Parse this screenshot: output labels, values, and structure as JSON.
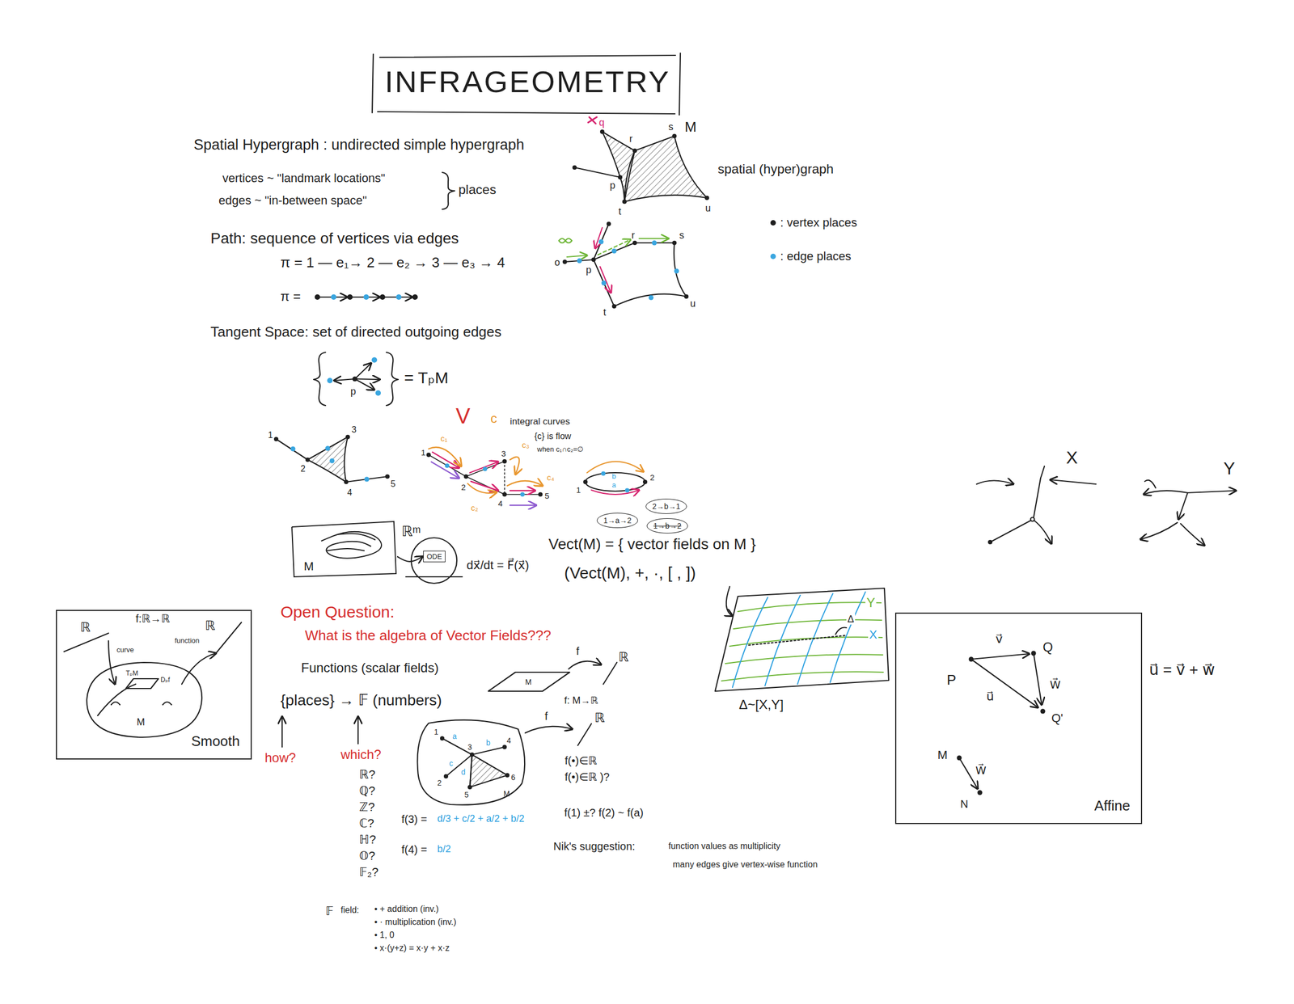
{
  "diagram": {
    "title": "INFRAGEOMETRY",
    "nodes": [
      {
        "text": [
          "1→a→2"
        ]
      },
      {
        "text": [
          "2→b→1"
        ]
      },
      {
        "text": [
          "1→b→2"
        ]
      },
      {
        "text": [
          "M"
        ]
      },
      {
        "text": [
          "ODE"
        ]
      },
      {
        "text": [
          "Smooth"
        ]
      },
      {
        "text": [
          "Affine"
        ]
      }
    ],
    "edges": [
      {
        "from": 3,
        "to": 4,
        "arrow": "to"
      }
    ],
    "labels": [
      "Spatial Hypergraph : undirected simple hypergraph",
      "vertices ~ \"landmark locations\"",
      "edges ~ \"in-between space\"",
      "places",
      "Path: sequence of vertices via edges",
      "π = 1 — e₁→ 2 — e₂ → 3 — e₃ → 4",
      "π =",
      "Tangent Space: set of directed outgoing edges",
      "= TₚM",
      "p",
      "q",
      "r",
      "s",
      "M",
      "p",
      "t",
      "u",
      "spatial (hyper)graph",
      "o",
      "p",
      "r",
      "s",
      "t",
      "u",
      "V",
      "c",
      "integral curves",
      "{c} is flow",
      "when c₁∩c₂=∅",
      "1",
      "2",
      "3",
      "4",
      "5",
      "1",
      "2",
      "3",
      "4",
      "5",
      "c₁",
      "c₂",
      "c₃",
      "c₄",
      "1",
      "2",
      "a",
      "b",
      "Vect(M) = { vector fields on M }",
      "(Vect(M), +, ·, [ , ])",
      "Y",
      "Δ",
      "X",
      "Δ~[X,Y]",
      "ℝᵐ",
      "dx⃗/dt = F⃗(x⃗)",
      "ℝ",
      "f:ℝ→ℝ",
      "ℝ",
      "curve",
      "function",
      "TₚM",
      "Dₚf",
      "M",
      "Open Question:",
      "What is the algebra of Vector Fields???",
      "Functions (scalar fields)",
      "f",
      "ℝ",
      "M",
      "f: M→ℝ",
      "{places} → 𝔽 (numbers)",
      "how?",
      "which?",
      "ℝ?",
      "ℚ?",
      "ℤ?",
      "ℂ?",
      "ℍ?",
      "𝕆?",
      "𝔽₂?",
      "𝔽",
      "field:",
      "• + addition (inv.)",
      "• · multiplication (inv.)",
      "• 1, 0",
      "• x·(y+z) = x·y + x·z",
      "1",
      "a",
      "b",
      "4",
      "3",
      "c",
      "2",
      "d",
      "6",
      "5",
      "M",
      "f",
      "ℝ",
      "f(•)∈ℝ",
      "f(•)∈ℝ )?",
      "f(1) ±? f(2) ~ f(a)",
      "f(3) =",
      "d/3 + c/2 + a/2 + b/2",
      "f(4) =",
      "b/2",
      "Nik's suggestion:",
      "function values as multiplicity",
      "many edges give vertex-wise function",
      "X",
      "Y",
      "v⃗",
      "Q",
      "P",
      "u⃗",
      "W⃗",
      "Q'",
      "M",
      "W⃗",
      "N",
      "u⃗ = v⃗ + w⃗"
    ],
    "legend": [
      {
        "text": ": vertex places",
        "color": "#1e1e1e"
      },
      {
        "text": ": edge places",
        "color": "#3aa6e0"
      }
    ]
  }
}
